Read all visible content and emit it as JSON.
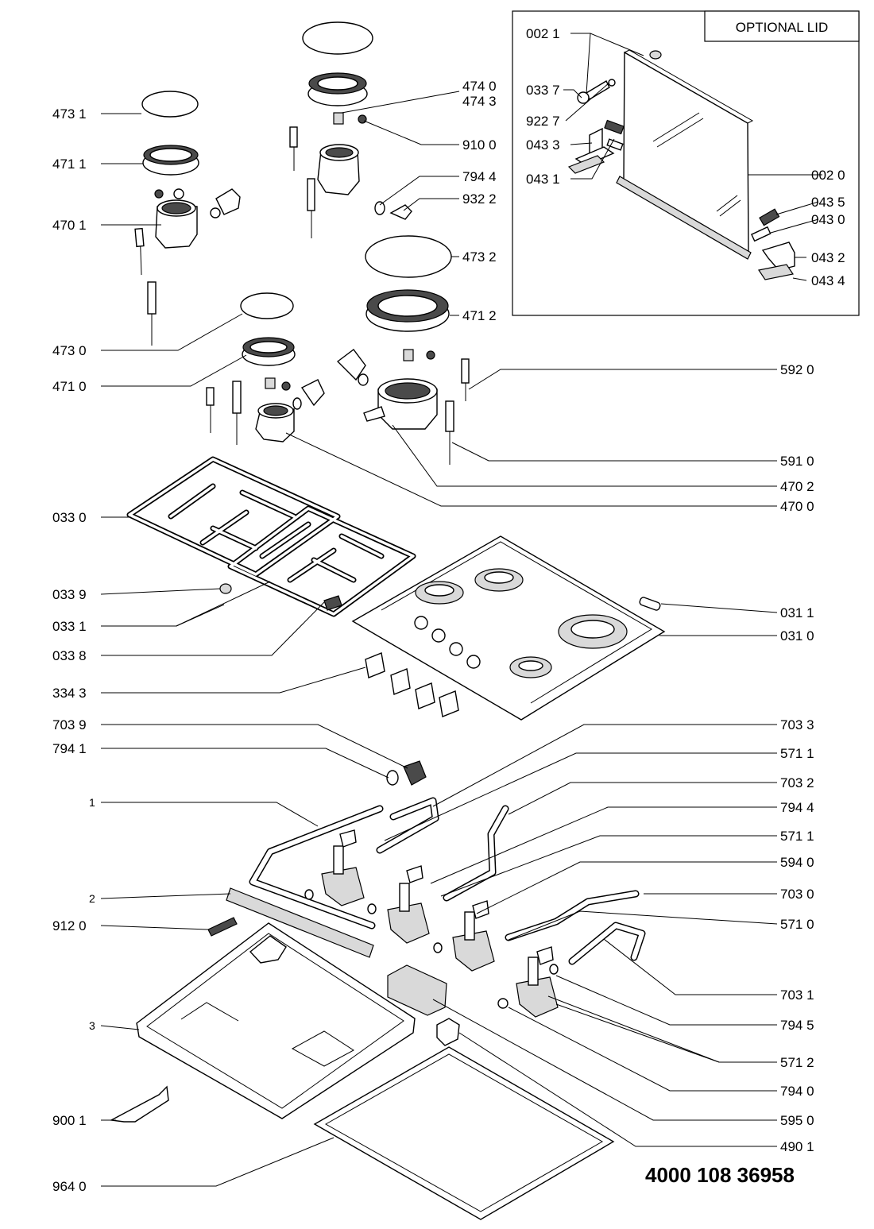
{
  "optional_lid_title": "OPTIONAL LID",
  "document_number": "4000 108 36958",
  "labels": {
    "l0021": "002 1",
    "l0337": "033 7",
    "l9227": "922 7",
    "l0433": "043 3",
    "l0431": "043 1",
    "l0020": "002 0",
    "l0435": "043 5",
    "l0430": "043 0",
    "l0432": "043 2",
    "l0434": "043 4",
    "l4731": "473 1",
    "l4711": "471 1",
    "l4701": "470 1",
    "l4730": "473 0",
    "l4710": "471 0",
    "l4740": "474 0",
    "l4743": "474 3",
    "l9100": "910 0",
    "l7944a": "794 4",
    "l9322": "932 2",
    "l4732": "473 2",
    "l4712": "471 2",
    "l5920": "592 0",
    "l5910": "591 0",
    "l4702": "470 2",
    "l4700": "470 0",
    "l0330": "033 0",
    "l0339": "033 9",
    "l0331": "033 1",
    "l0338": "033 8",
    "l3343": "334 3",
    "l0311": "031 1",
    "l0310": "031 0",
    "l7039": "703 9",
    "l7941": "794 1",
    "l1": "1",
    "l2": "2",
    "l9120": "912 0",
    "l3": "3",
    "l9001": "900 1",
    "l9640": "964 0",
    "l7033": "703 3",
    "l5711a": "571 1",
    "l7032": "703 2",
    "l7944b": "794 4",
    "l5711b": "571 1",
    "l5940": "594 0",
    "l7030": "703 0",
    "l5710": "571 0",
    "l7031": "703 1",
    "l7945": "794 5",
    "l5712": "571 2",
    "l7940": "794 0",
    "l5950": "595 0",
    "l4901": "490 1"
  }
}
